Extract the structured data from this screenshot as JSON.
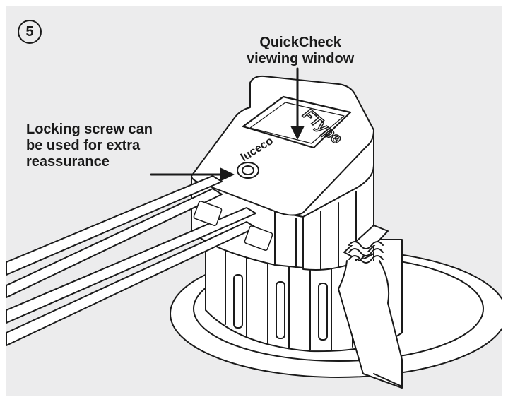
{
  "step": {
    "number": "5"
  },
  "callouts": {
    "quickcheck": {
      "line1": "QuickCheck",
      "line2": "viewing window"
    },
    "locking_screw": {
      "line1": "Locking screw can",
      "line2": "be used for extra",
      "line3": "reassurance"
    }
  },
  "product": {
    "brand_mark": "luceco",
    "model_mark": "FType"
  },
  "colors": {
    "panel_background": "#ececed",
    "line_art": "#1a1a1a",
    "fill": "#ffffff"
  }
}
